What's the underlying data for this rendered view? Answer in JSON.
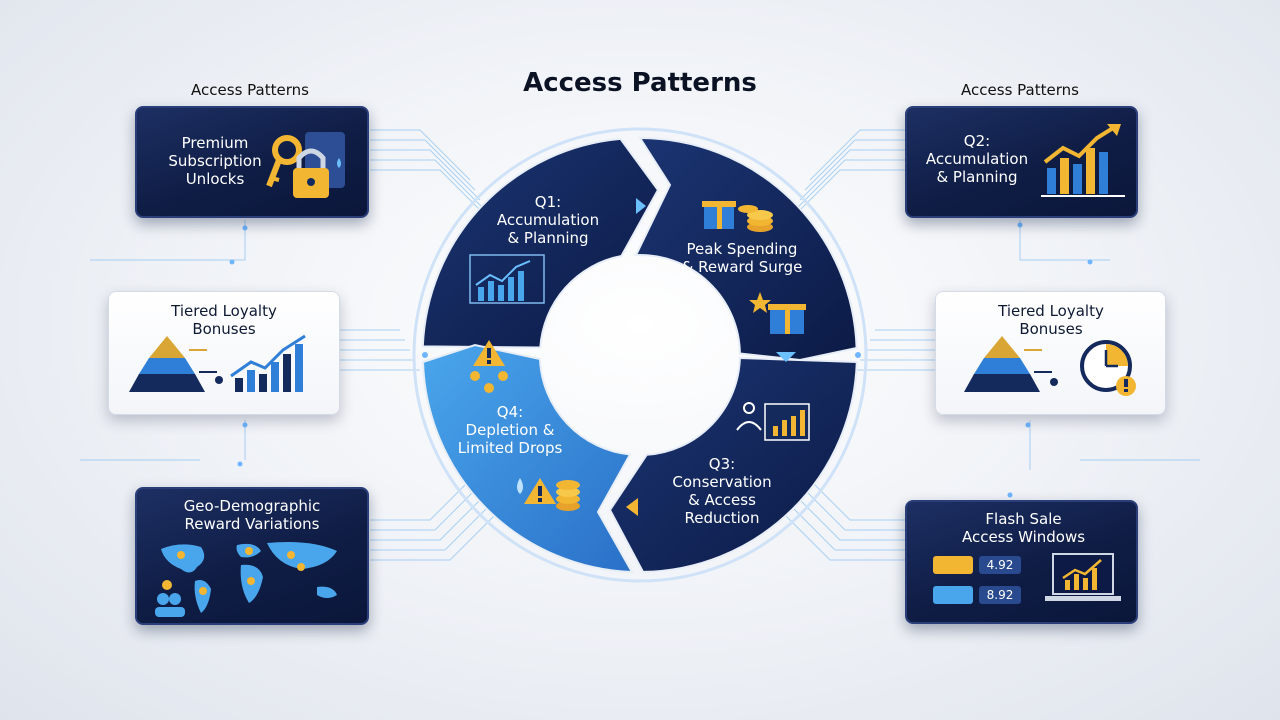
{
  "title": "Access Patterns",
  "header_labels": {
    "left": "Access Patterns",
    "right": "Access Patterns"
  },
  "cards": {
    "premium": "Premium\nSubscription\nUnlocks",
    "tiered_left": "Tiered Loyalty\nBonuses",
    "geo": "Geo-Demographic\nReward Variations",
    "q2_card": "Q2:\nAccumulation\n& Planning",
    "tiered_right": "Tiered Loyalty\nBonuses",
    "flash": "Flash Sale\nAccess Windows",
    "flash_tiles": [
      "4.92",
      "8.92"
    ]
  },
  "segments": {
    "q1": "Q1:\nAccumulation\n& Planning",
    "peak": "Peak Spending\n& Reward Surge",
    "q3": "Q3:\nConservation\n& Access\nReduction",
    "q4": "Q4:\nDepletion &\nLimited Drops"
  },
  "colors": {
    "navy": "#142a5c",
    "deep_navy": "#0d1b44",
    "accent_blue": "#3b8fe0",
    "light_blue": "#4aa6ec",
    "gold": "#f2b632"
  }
}
